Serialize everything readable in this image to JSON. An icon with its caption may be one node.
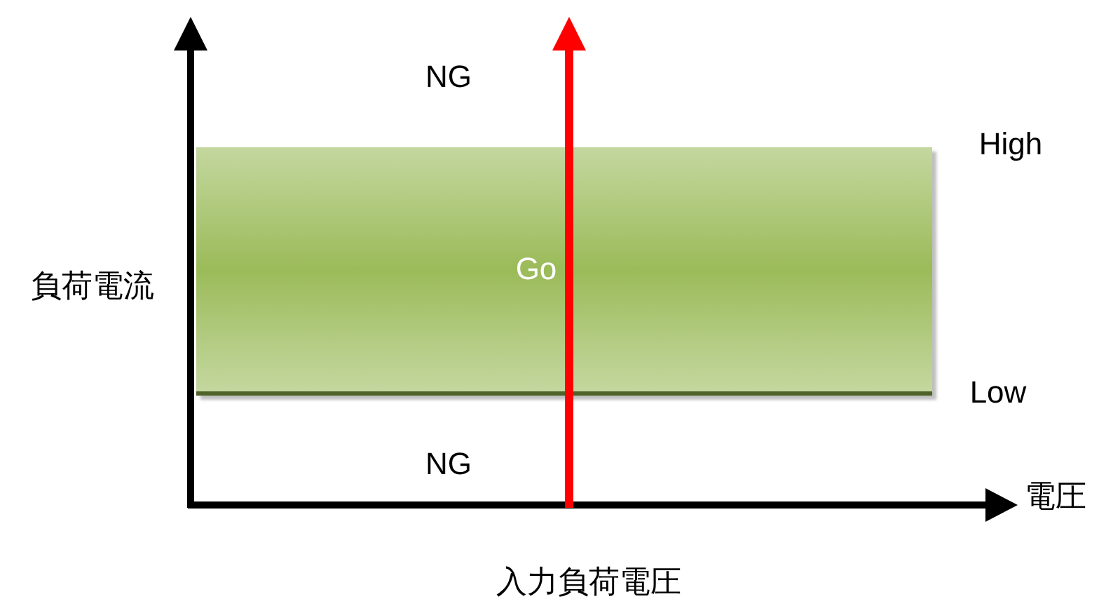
{
  "diagram": {
    "caption": "入力負荷電圧",
    "nodes": [
      {
        "text": [
          "Go"
        ]
      }
    ],
    "labels": [
      "NG",
      "High",
      "負荷電流",
      "Low",
      "NG",
      "電圧"
    ]
  }
}
